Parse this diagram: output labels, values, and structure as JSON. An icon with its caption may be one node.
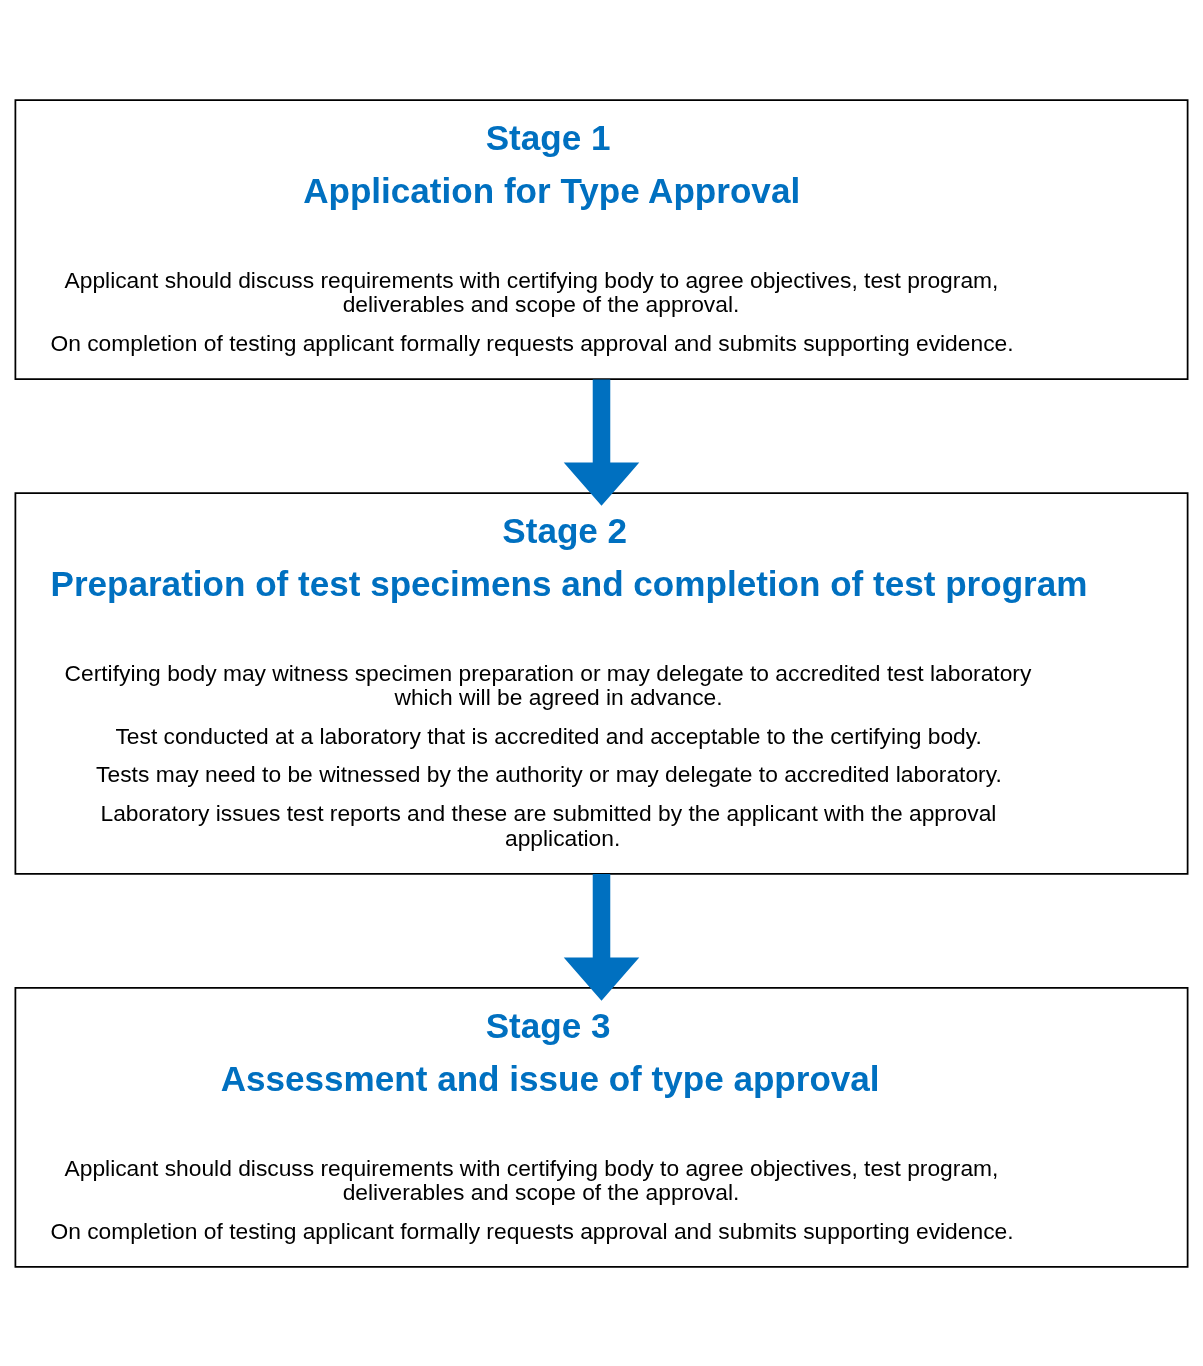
{
  "diagram": {
    "nodes": [
      {
        "text": [
          "Stage 1",
          "Application for Type Approval",
          "Applicant should discuss requirements with certifying body to agree objectives, test program, deliverables and scope of the approval.",
          "On completion of testing applicant formally requests approval and submits supporting evidence."
        ]
      },
      {
        "text": [
          "Stage 2",
          "Preparation of test specimens and completion of test program",
          "Certifying body may witness specimen preparation or may delegate to accredited test laboratory which will be agreed in advance.",
          "Test conducted at a laboratory that is accredited and acceptable to the certifying body.",
          "Tests may need to be witnessed by the authority or may delegate to accredited laboratory.",
          "Laboratory issues test reports and these are submitted by the applicant with the approval application."
        ]
      },
      {
        "text": [
          "Stage 3",
          "Assessment and issue of type approval",
          "Applicant should discuss requirements with certifying body to agree objectives, test program, deliverables and scope of the approval.",
          "On completion of testing applicant formally requests approval and submits supporting evidence."
        ]
      }
    ],
    "edges": [
      {
        "from": 0,
        "to": 1,
        "arrow": "to",
        "color": "#0070c0"
      },
      {
        "from": 1,
        "to": 2,
        "arrow": "to",
        "color": "#0070c0"
      }
    ]
  }
}
